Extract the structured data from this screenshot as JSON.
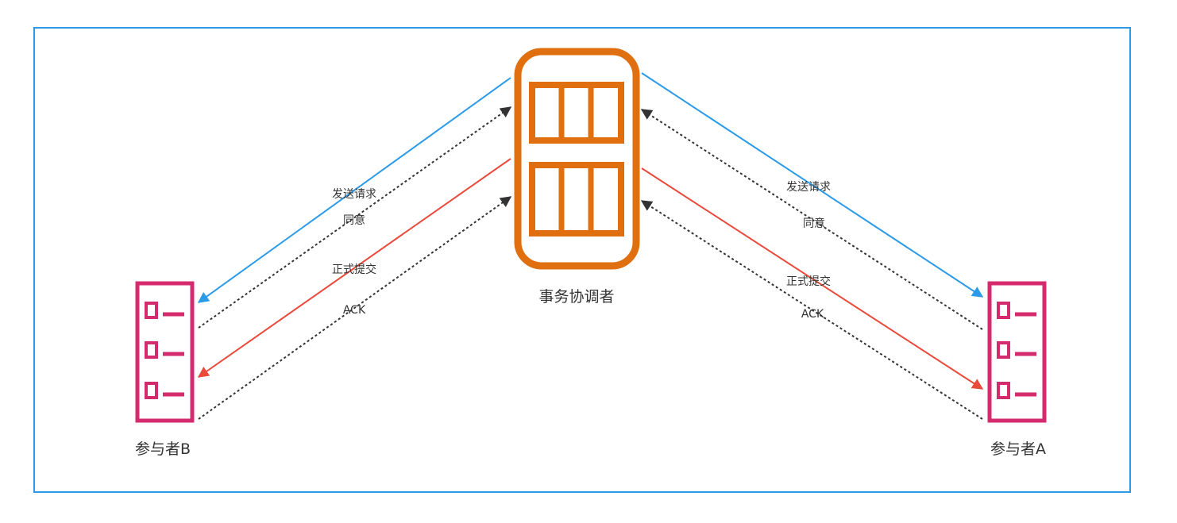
{
  "colors": {
    "frame": "#2b9be8",
    "coordinator": "#e0700f",
    "participant": "#d42b6e",
    "request_arrow": "#2b9be8",
    "commit_arrow": "#ea4a3a",
    "response_arrow": "#333333",
    "text": "#333333"
  },
  "nodes": {
    "coordinator": {
      "label": "事务协调者",
      "icon": "server-icon"
    },
    "participant_b": {
      "label": "参与者B",
      "icon": "checklist-icon"
    },
    "participant_a": {
      "label": "参与者A",
      "icon": "checklist-icon"
    }
  },
  "edges": {
    "left": {
      "send_request": "发送请求",
      "agree": "同意",
      "commit": "正式提交",
      "ack": "ACK"
    },
    "right": {
      "send_request": "发送请求",
      "agree": "同意",
      "commit": "正式提交",
      "ack": "ACK"
    }
  }
}
